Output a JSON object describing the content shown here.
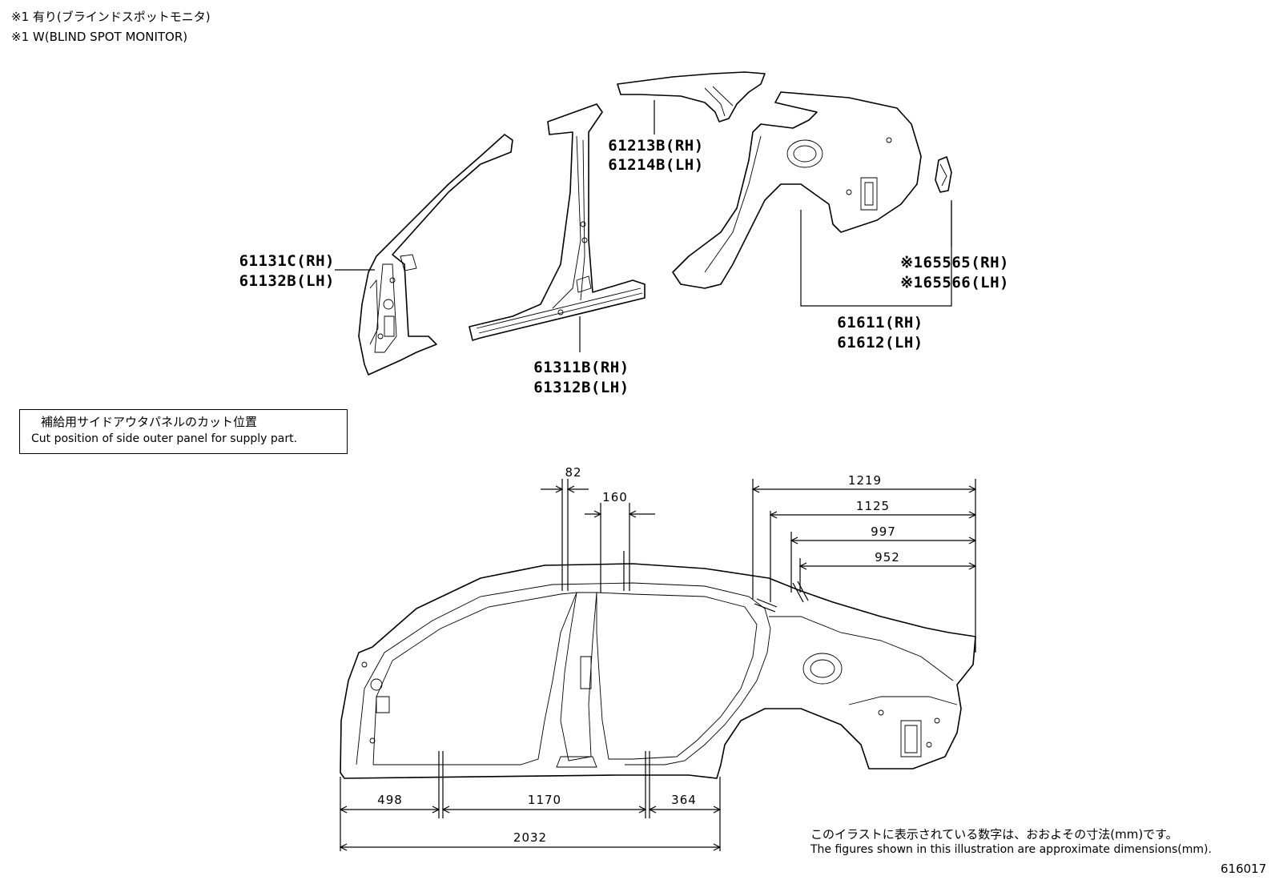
{
  "header_notes": {
    "note_jp": "※1 有り(ブラインドスポットモニタ)",
    "note_en": "※1 W(BLIND SPOT MONITOR)"
  },
  "part_labels": {
    "front_pillar": [
      "61131C(RH)",
      "61132B(LH)"
    ],
    "rocker": [
      "61311B(RH)",
      "61312B(LH)"
    ],
    "roof_side": [
      "61213B(RH)",
      "61214B(LH)"
    ],
    "quarter_panel": [
      "61611(RH)",
      "61612(LH)"
    ],
    "bsm_bracket": [
      "※165565(RH)",
      "※165566(LH)"
    ]
  },
  "cut_box": {
    "title_jp": "補給用サイドアウタパネルのカット位置",
    "title_en": "Cut position of side outer panel for supply part."
  },
  "dimensions": {
    "d82": "82",
    "d160": "160",
    "d1219": "1219",
    "d1125": "1125",
    "d997": "997",
    "d952": "952",
    "d498": "498",
    "d1170": "1170",
    "d364": "364",
    "d2032": "2032"
  },
  "footer": {
    "note_jp": "このイラストに表示されている数字は、おおよその寸法(mm)です。",
    "note_en": "The figures shown in this illustration are approximate dimensions(mm).",
    "figure_id": "616017"
  }
}
